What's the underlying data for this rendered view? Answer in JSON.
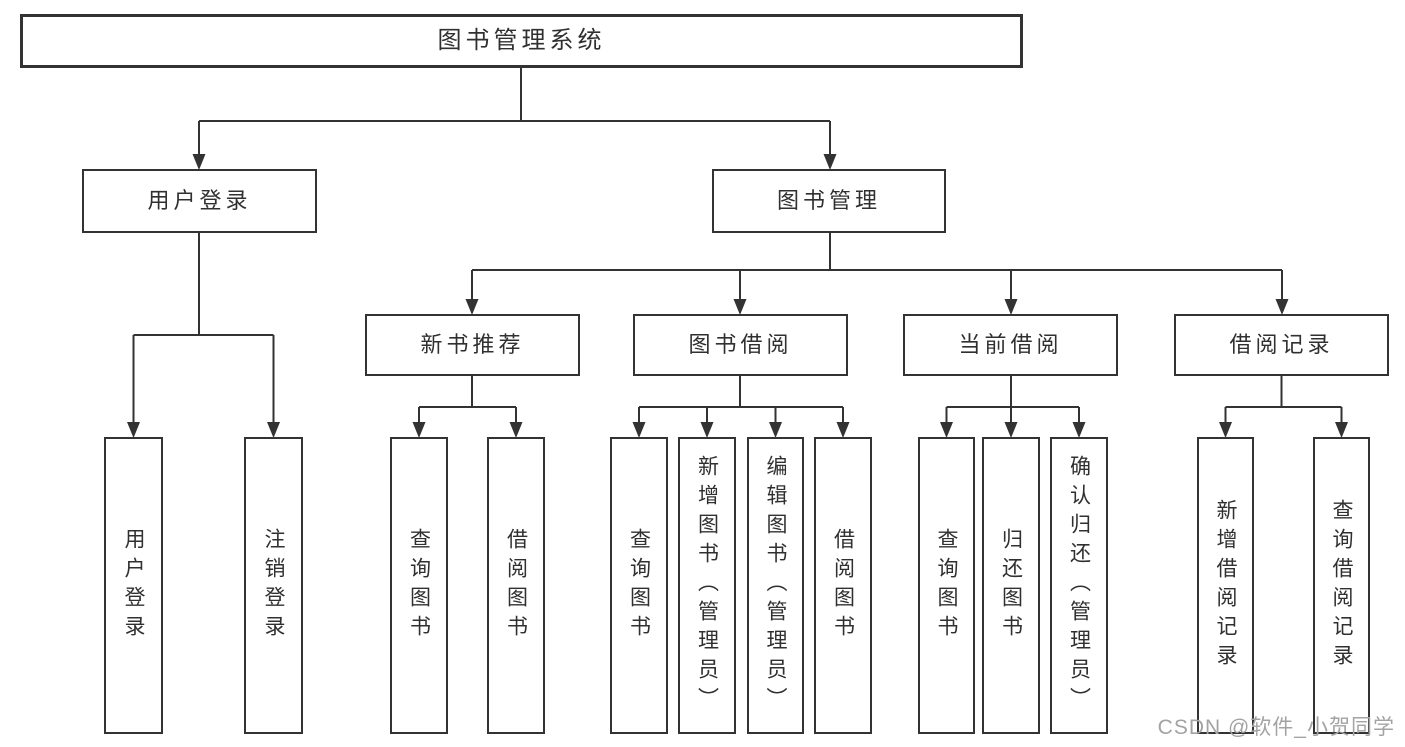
{
  "tree": {
    "root": {
      "label": "图书管理系统",
      "children": [
        {
          "label": "用户登录",
          "children": [
            {
              "label": "用户登录"
            },
            {
              "label": "注销登录"
            }
          ]
        },
        {
          "label": "图书管理",
          "children": [
            {
              "label": "新书推荐",
              "children": [
                {
                  "label": "查询图书"
                },
                {
                  "label": "借阅图书"
                }
              ]
            },
            {
              "label": "图书借阅",
              "children": [
                {
                  "label": "查询图书"
                },
                {
                  "label": "新增图书（管理员）"
                },
                {
                  "label": "编辑图书（管理员）"
                },
                {
                  "label": "借阅图书"
                }
              ]
            },
            {
              "label": "当前借阅",
              "children": [
                {
                  "label": "查询图书"
                },
                {
                  "label": "归还图书"
                },
                {
                  "label": "确认归还（管理员）"
                }
              ]
            },
            {
              "label": "借阅记录",
              "children": [
                {
                  "label": "新增借阅记录"
                },
                {
                  "label": "查询借阅记录"
                }
              ]
            }
          ]
        }
      ]
    }
  },
  "watermark": {
    "text": "CSDN @软件_小贺同学"
  },
  "colors": {
    "line": "#333333",
    "text": "#303030",
    "watermark": "#a3a3a3",
    "background": "#ffffff"
  }
}
